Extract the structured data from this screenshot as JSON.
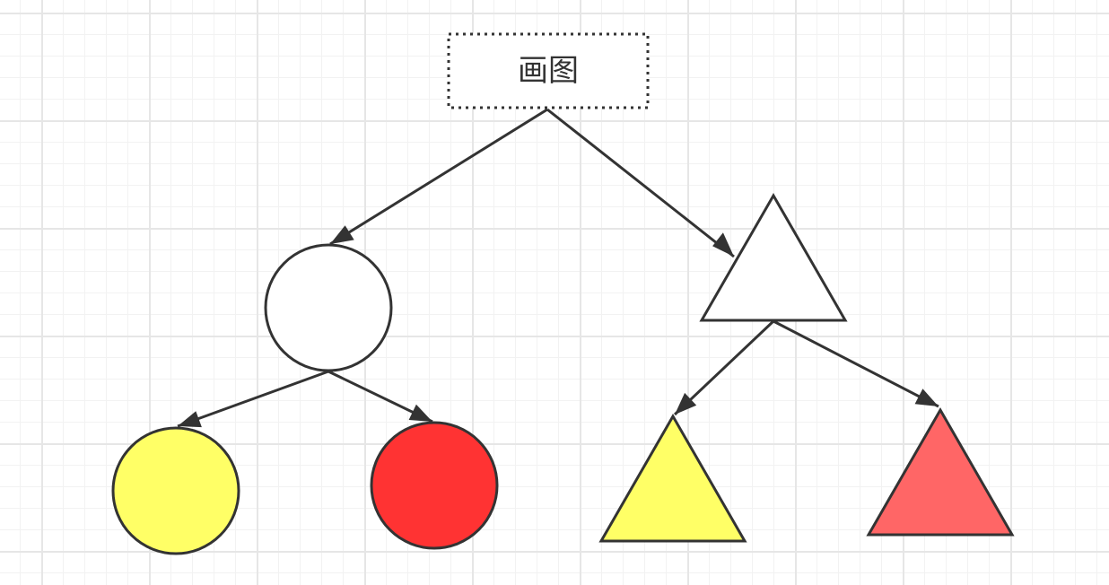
{
  "diagram": {
    "root": {
      "label": "画图"
    },
    "nodes": [
      {
        "id": "circle-parent",
        "shape": "circle",
        "fill": "#ffffff"
      },
      {
        "id": "triangle-parent",
        "shape": "triangle",
        "fill": "#ffffff"
      },
      {
        "id": "circle-yellow",
        "shape": "circle",
        "fill": "#ffff66"
      },
      {
        "id": "circle-red",
        "shape": "circle",
        "fill": "#ff3333"
      },
      {
        "id": "triangle-yellow",
        "shape": "triangle",
        "fill": "#ffff66"
      },
      {
        "id": "triangle-red",
        "shape": "triangle",
        "fill": "#ff6666"
      }
    ],
    "edges": [
      {
        "from": "root",
        "to": "circle-parent"
      },
      {
        "from": "root",
        "to": "triangle-parent"
      },
      {
        "from": "circle-parent",
        "to": "circle-yellow"
      },
      {
        "from": "circle-parent",
        "to": "circle-red"
      },
      {
        "from": "triangle-parent",
        "to": "triangle-yellow"
      },
      {
        "from": "triangle-parent",
        "to": "triangle-red"
      }
    ],
    "stroke_color": "#333333"
  }
}
